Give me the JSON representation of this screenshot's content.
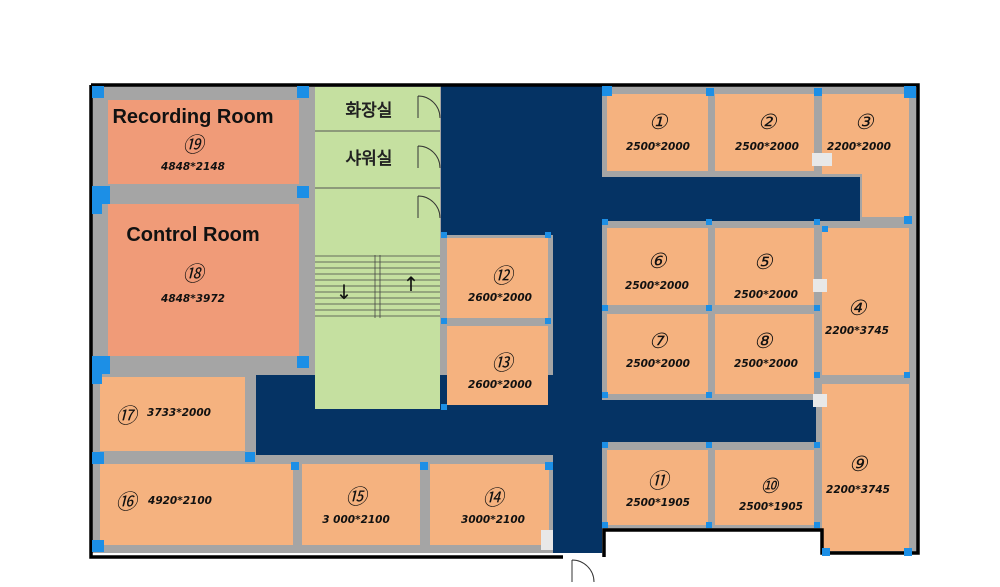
{
  "colors": {
    "wall": "#000000",
    "partition": "#a5a5a5",
    "corridor": "#053364",
    "stair_area": "#c5e0a0",
    "room": "#f5b27f",
    "studio_room": "#f09b78",
    "column": "#1c8fe6"
  },
  "rooms": [
    {
      "id": "r1",
      "number": "①",
      "size": "2500*2000"
    },
    {
      "id": "r2",
      "number": "②",
      "size": "2500*2000"
    },
    {
      "id": "r3",
      "number": "③",
      "size": "2200*2000"
    },
    {
      "id": "r4",
      "number": "④",
      "size": "2200*3745"
    },
    {
      "id": "r5",
      "number": "⑤",
      "size": "2500*2000"
    },
    {
      "id": "r6",
      "number": "⑥",
      "size": "2500*2000"
    },
    {
      "id": "r7",
      "number": "⑦",
      "size": "2500*2000"
    },
    {
      "id": "r8",
      "number": "⑧",
      "size": "2500*2000"
    },
    {
      "id": "r9",
      "number": "⑨",
      "size": "2200*3745"
    },
    {
      "id": "r10",
      "number": "⑩",
      "size": "2500*1905"
    },
    {
      "id": "r11",
      "number": "⑪",
      "size": "2500*1905"
    },
    {
      "id": "r12",
      "number": "⑫",
      "size": "2600*2000"
    },
    {
      "id": "r13",
      "number": "⑬",
      "size": "2600*2000"
    },
    {
      "id": "r14",
      "number": "⑭",
      "size": "3000*2100"
    },
    {
      "id": "r15",
      "number": "⑮",
      "size": "3 000*2100"
    },
    {
      "id": "r16",
      "number": "⑯",
      "size": "4920*2100"
    },
    {
      "id": "r17",
      "number": "⑰",
      "size": "3733*2000"
    },
    {
      "id": "r18",
      "number": "⑱",
      "size": "4848*3972",
      "title": "Control Room"
    },
    {
      "id": "r19",
      "number": "⑲",
      "size": "4848*2148",
      "title": "Recording Room"
    }
  ],
  "facilities": {
    "toilet": "화장실",
    "shower": "샤워실"
  },
  "stairs": {
    "down_arrow": "↓",
    "up_arrow": "↑"
  }
}
